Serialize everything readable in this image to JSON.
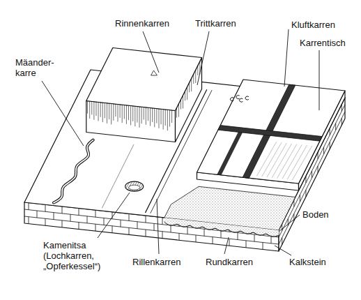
{
  "diagram": {
    "labels": [
      "Rinnenkarren",
      "Trittkarren",
      "Kluftkarren",
      "Karrentisch",
      "Mäander- karre",
      "Kamenitsa (Lochkarren, „Opferkessel“)",
      "Rillenkarren",
      "Rundkarren",
      "Kalkstein",
      "Boden"
    ]
  }
}
